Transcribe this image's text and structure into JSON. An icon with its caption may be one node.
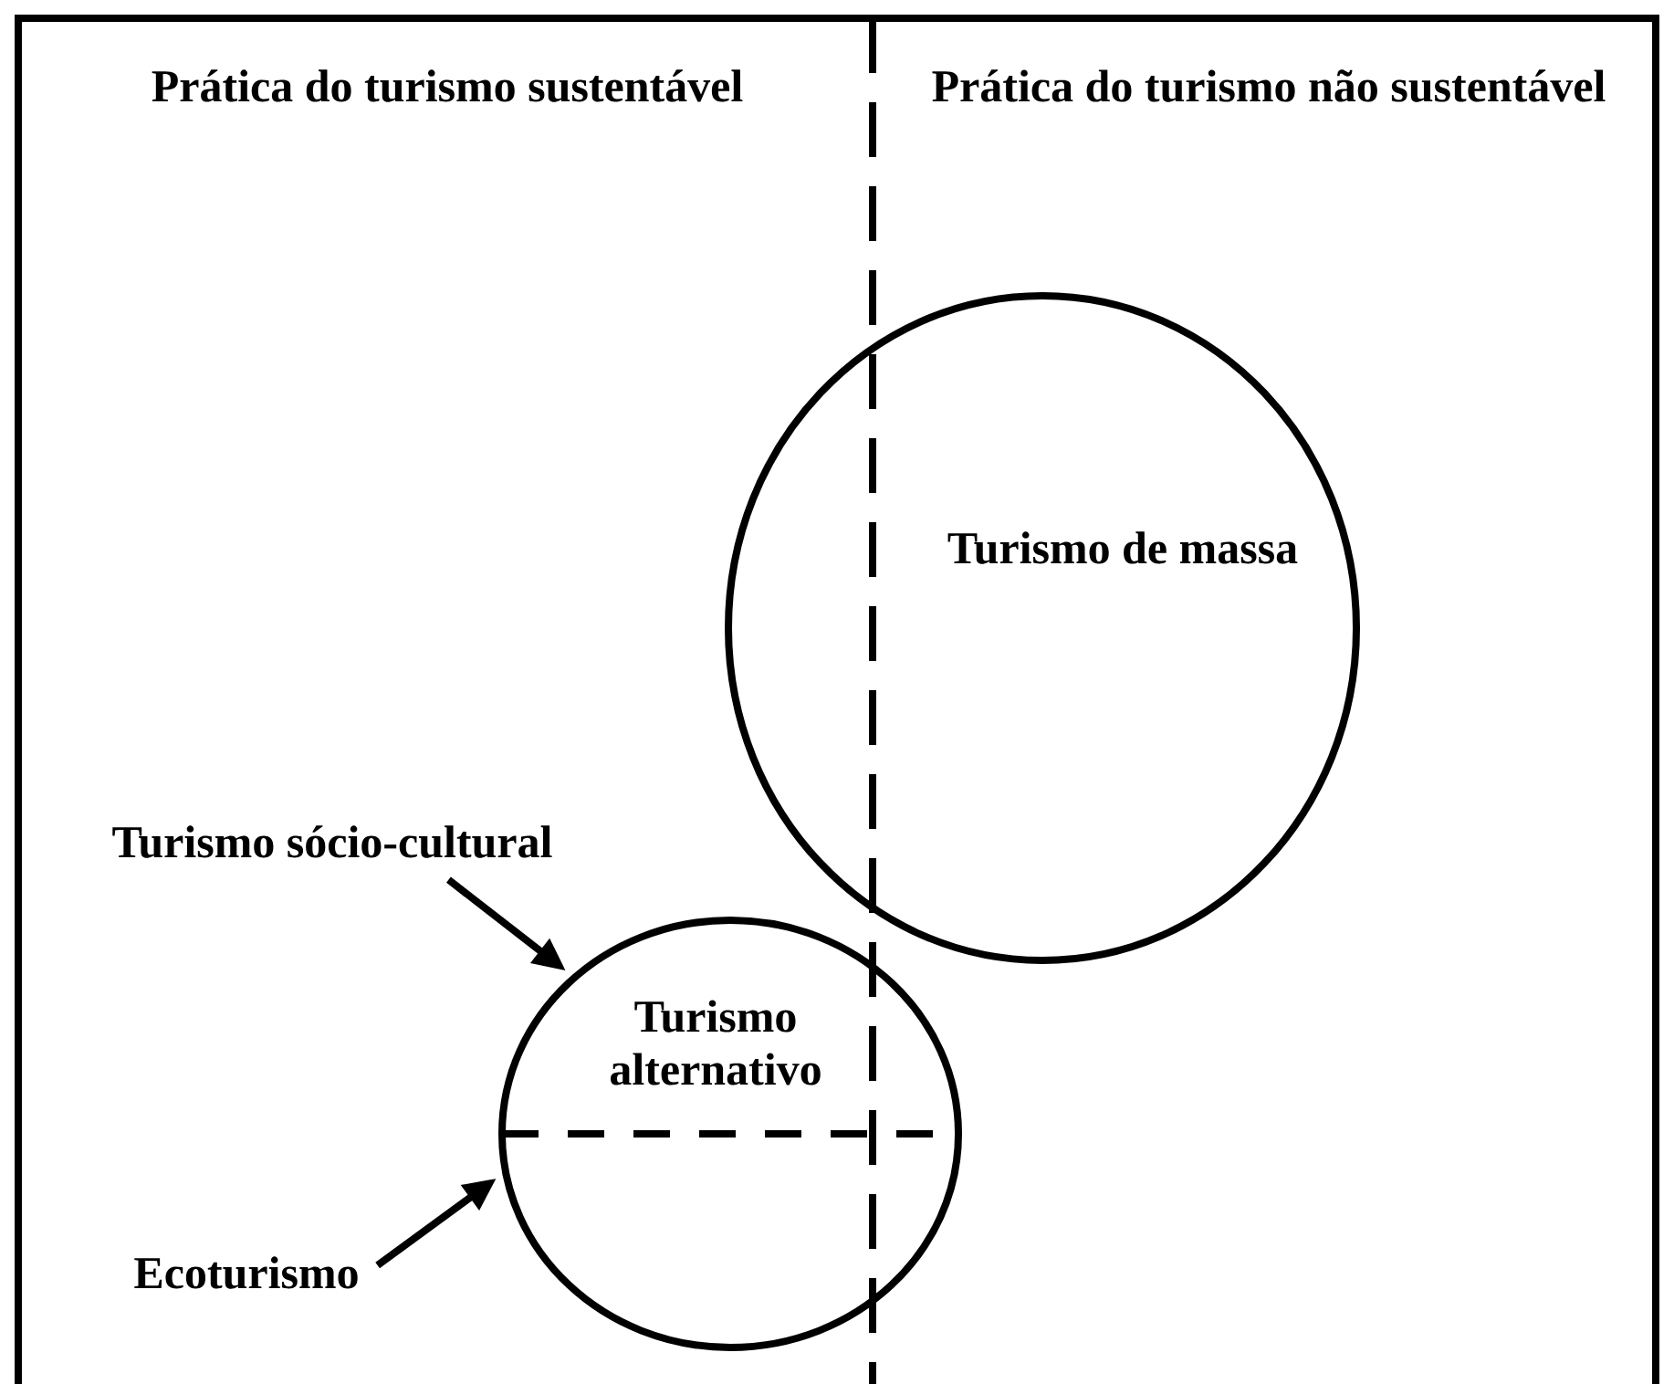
{
  "diagram": {
    "nodes": [
      {
        "text": [
          "Turismo de massa"
        ]
      },
      {
        "text": [
          "Turismo alternativo"
        ]
      },
      {
        "text": [
          "Turismo sócio-cultural"
        ]
      },
      {
        "text": [
          "Ecoturismo"
        ]
      }
    ],
    "edges": [
      {
        "from": 2,
        "to": 1,
        "arrow": "to"
      },
      {
        "from": 3,
        "to": 1,
        "arrow": "to"
      }
    ],
    "labels": [
      "Prática do turismo sustentável",
      "Prática do turismo não sustentável"
    ]
  }
}
